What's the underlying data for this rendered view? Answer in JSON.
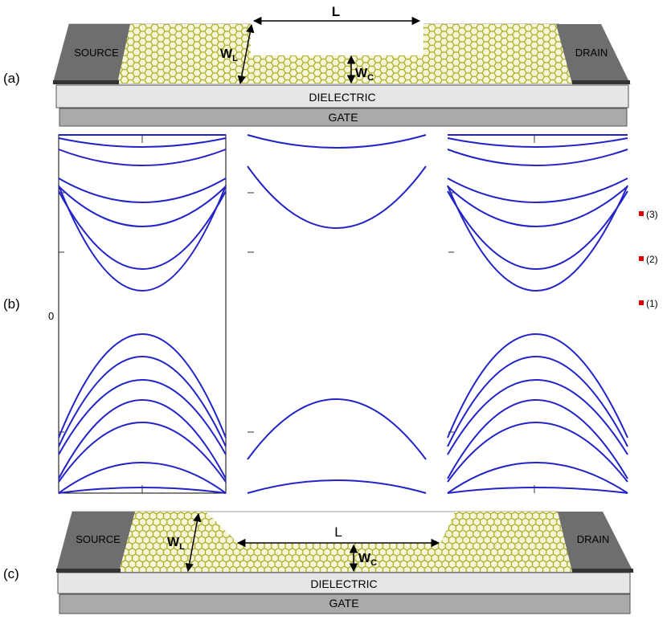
{
  "panels": {
    "a": {
      "label": "(a)"
    },
    "b": {
      "label": "(b)"
    },
    "c": {
      "label": "(c)"
    }
  },
  "device": {
    "source": "SOURCE",
    "drain": "DRAIN",
    "dielectric": "DIELECTRIC",
    "gate": "GATE",
    "length": "L",
    "wide_width_main": "W",
    "wide_width_sub": "L",
    "narrow_width_main": "W",
    "narrow_width_sub": "C"
  },
  "band_plot": {
    "zero_label": "0",
    "legend": [
      {
        "label": "(3)",
        "color": "#e00000"
      },
      {
        "label": "(2)",
        "color": "#e00000"
      },
      {
        "label": "(1)",
        "color": "#e00000"
      }
    ]
  },
  "colors": {
    "band_line": "#2323c8",
    "contact": "#6e6e6e",
    "graphene": "#c8c83c",
    "dielectric": "#e6e6e6",
    "gate": "#aaaaaa"
  }
}
